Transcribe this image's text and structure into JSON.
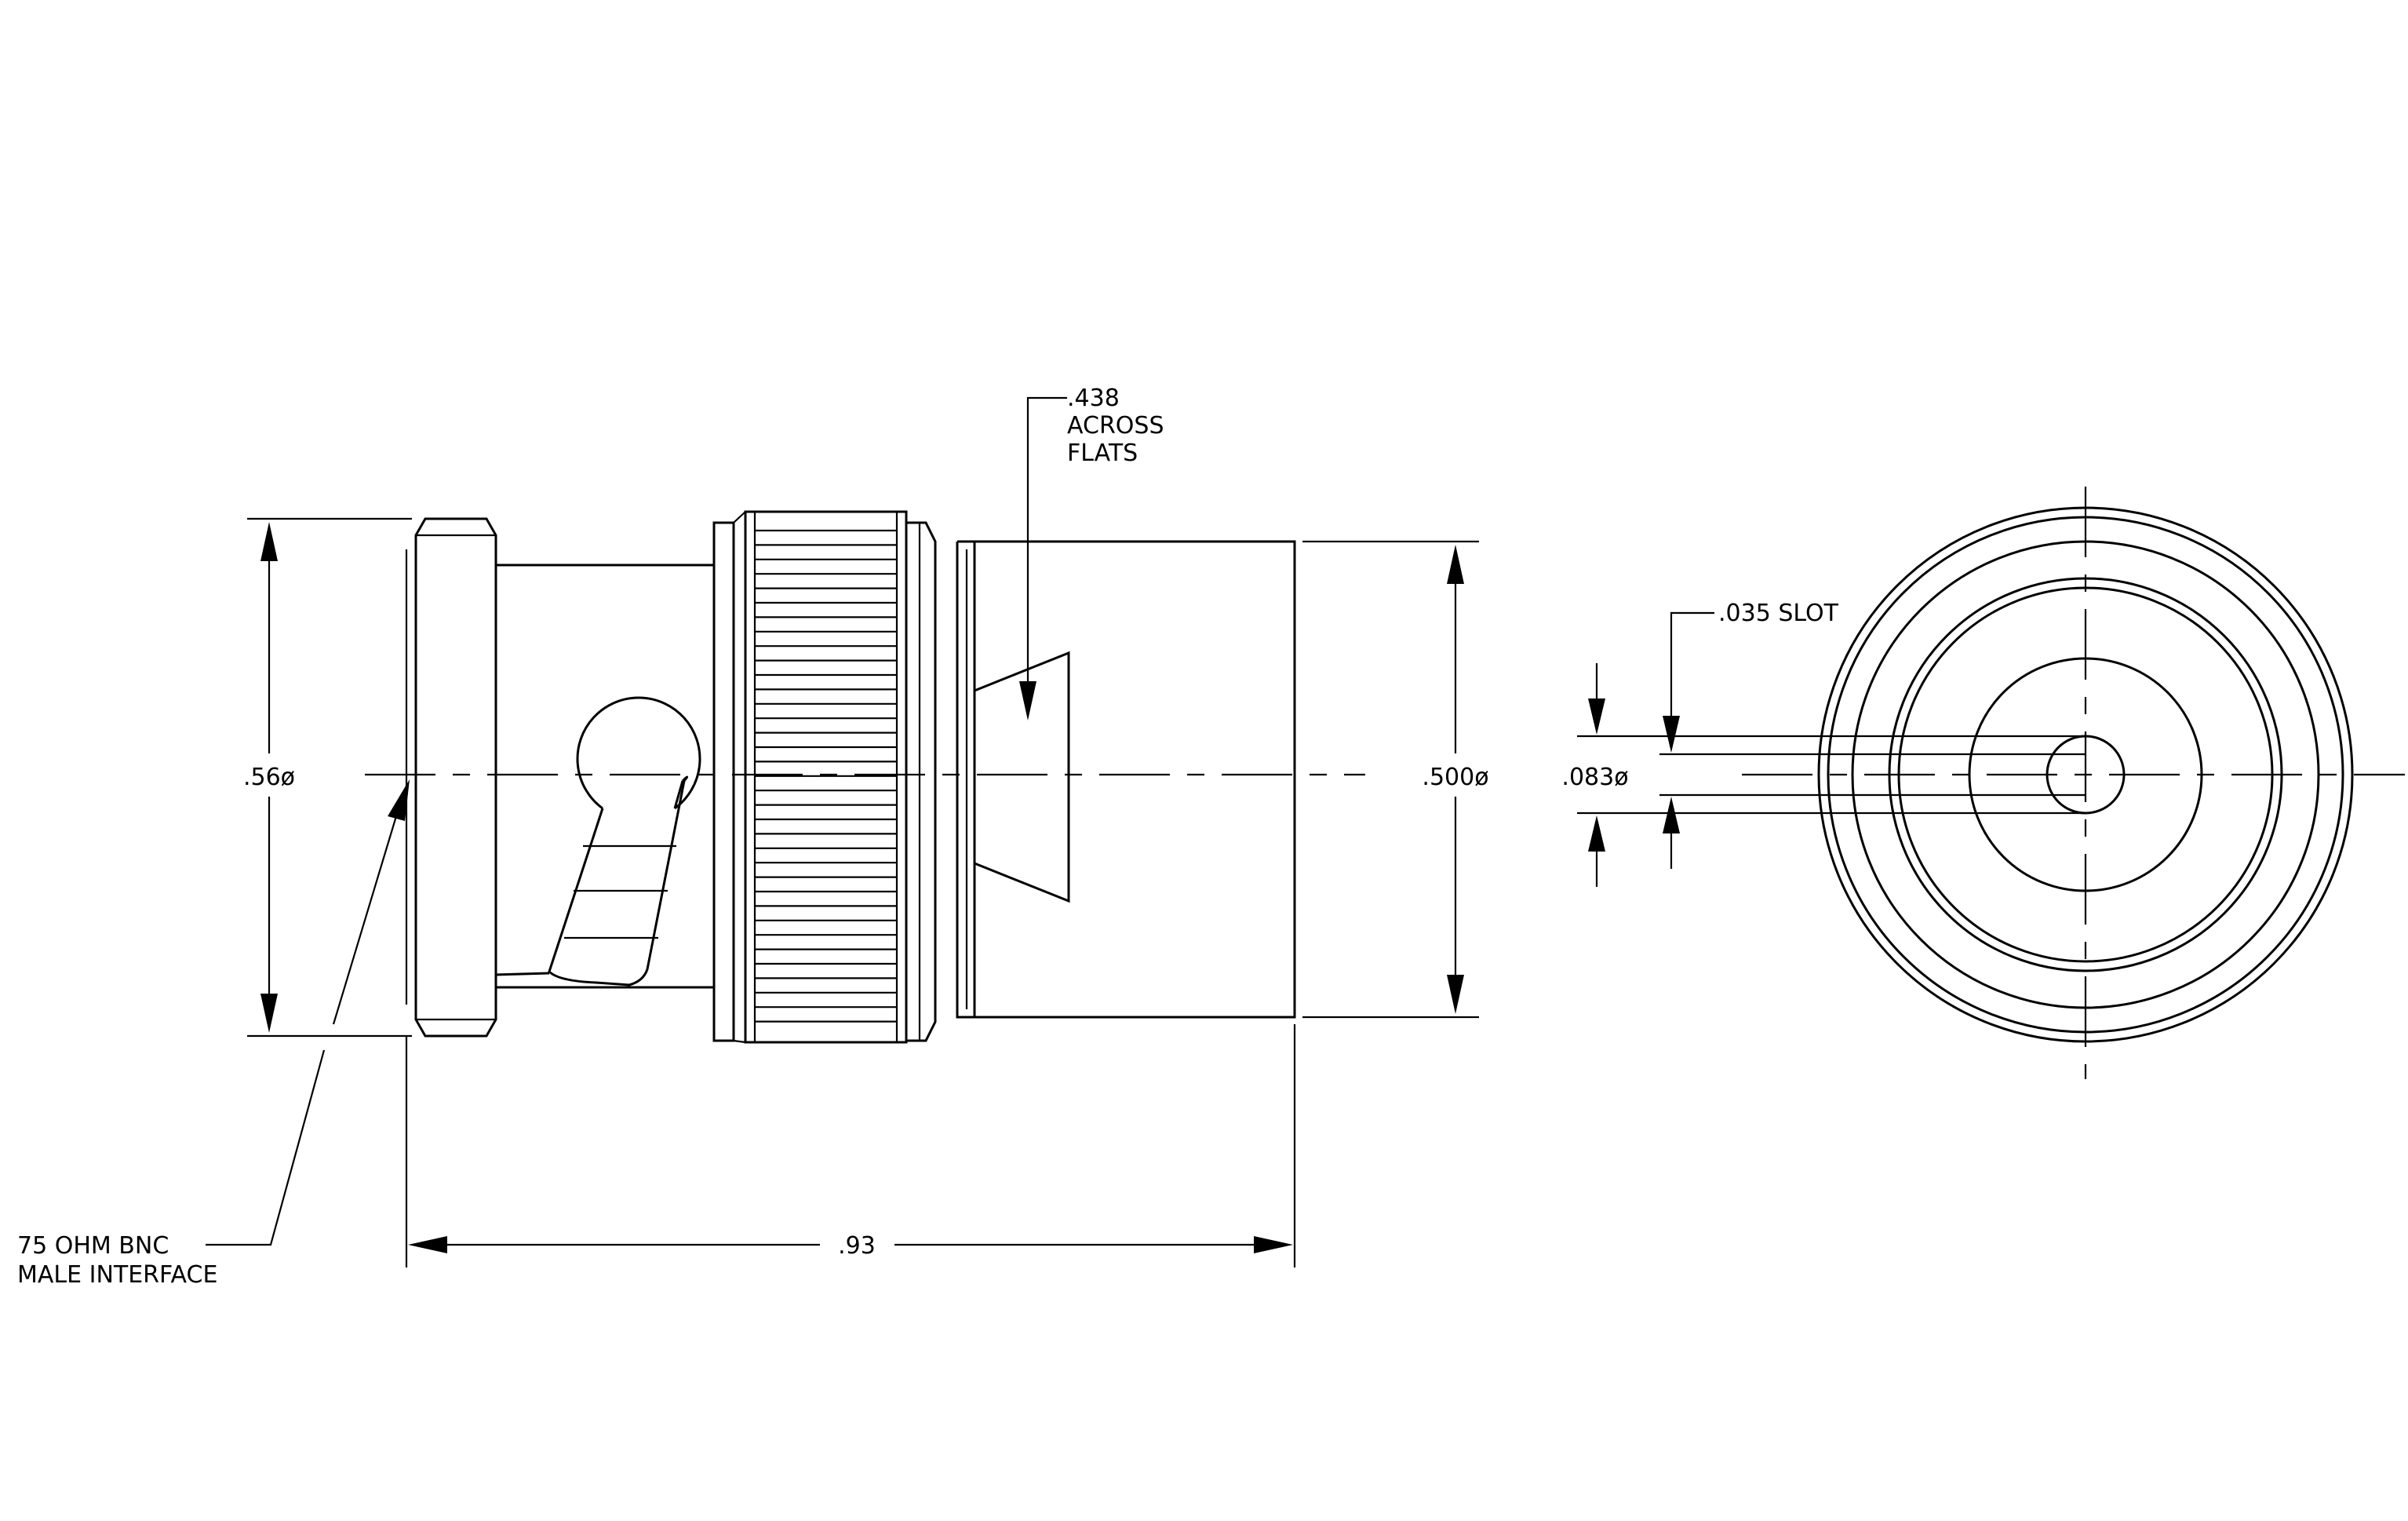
{
  "annotations": {
    "flats_line1": ".438",
    "flats_line2": "ACROSS",
    "flats_line3": "FLATS",
    "dia_056": ".56ø",
    "dia_0500": ".500ø",
    "dia_0083": ".083ø",
    "slot": ".035  SLOT",
    "length": ".93",
    "interface_line1": "75  OHM  BNC",
    "interface_line2": "MALE  INTERFACE"
  }
}
